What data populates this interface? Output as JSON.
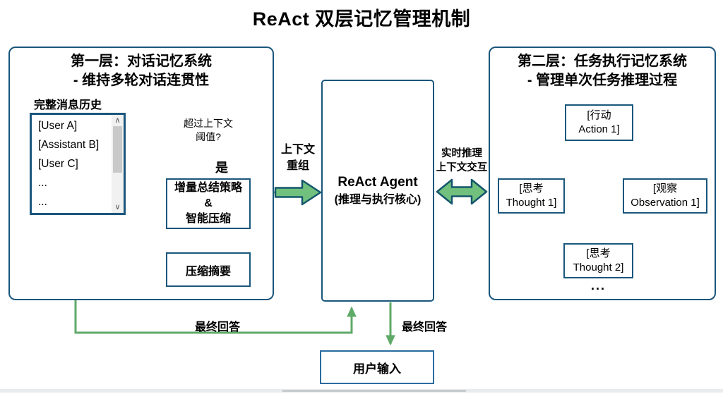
{
  "title": "ReAct 双层记忆管理机制",
  "colors": {
    "box_border": "#1a567c",
    "green_line": "#5faa68",
    "big_arrow_fill": "#72c07e",
    "big_arrow_stroke": "#14566b",
    "user_input_border": "#2a6ca0"
  },
  "layer1": {
    "title_line1": "第一层：对话记忆系统",
    "title_line2": "- 维持多轮对话连贯性",
    "history_label": "完整消息历史",
    "history_items": [
      "[User A]",
      "[Assistant B]",
      "[User C]",
      "...",
      "..."
    ],
    "decision_line1": "超过上下文",
    "decision_line2": "阈值?",
    "yes_label": "是",
    "summary_line1": "增量总结策略",
    "summary_line2": "&",
    "summary_line3": "智能压缩",
    "compress_label": "压缩摘要"
  },
  "agent": {
    "line1": "ReAct Agent",
    "line2": "(推理与执行核心)"
  },
  "arrows": {
    "recombine_line1": "上下文",
    "recombine_line2": "重组",
    "realtime_line1": "实时推理",
    "realtime_line2": "上下文交互",
    "final_answer_left": "最终回答",
    "final_answer_right": "最终回答"
  },
  "layer2": {
    "title_line1": "第二层：任务执行记忆系统",
    "title_line2": "- 管理单次任务推理过程",
    "action_line1": "[行动",
    "action_line2": "Action 1]",
    "observation_line1": "[观察",
    "observation_line2": "Observation 1]",
    "thought1_line1": "[思考",
    "thought1_line2": "Thought 1]",
    "thought2_line1": "[思考",
    "thought2_line2": "Thought 2]",
    "ellipsis": "..."
  },
  "user_input_label": "用户输入",
  "icons": {
    "scroll_up": "∧",
    "scroll_down": "∨"
  }
}
